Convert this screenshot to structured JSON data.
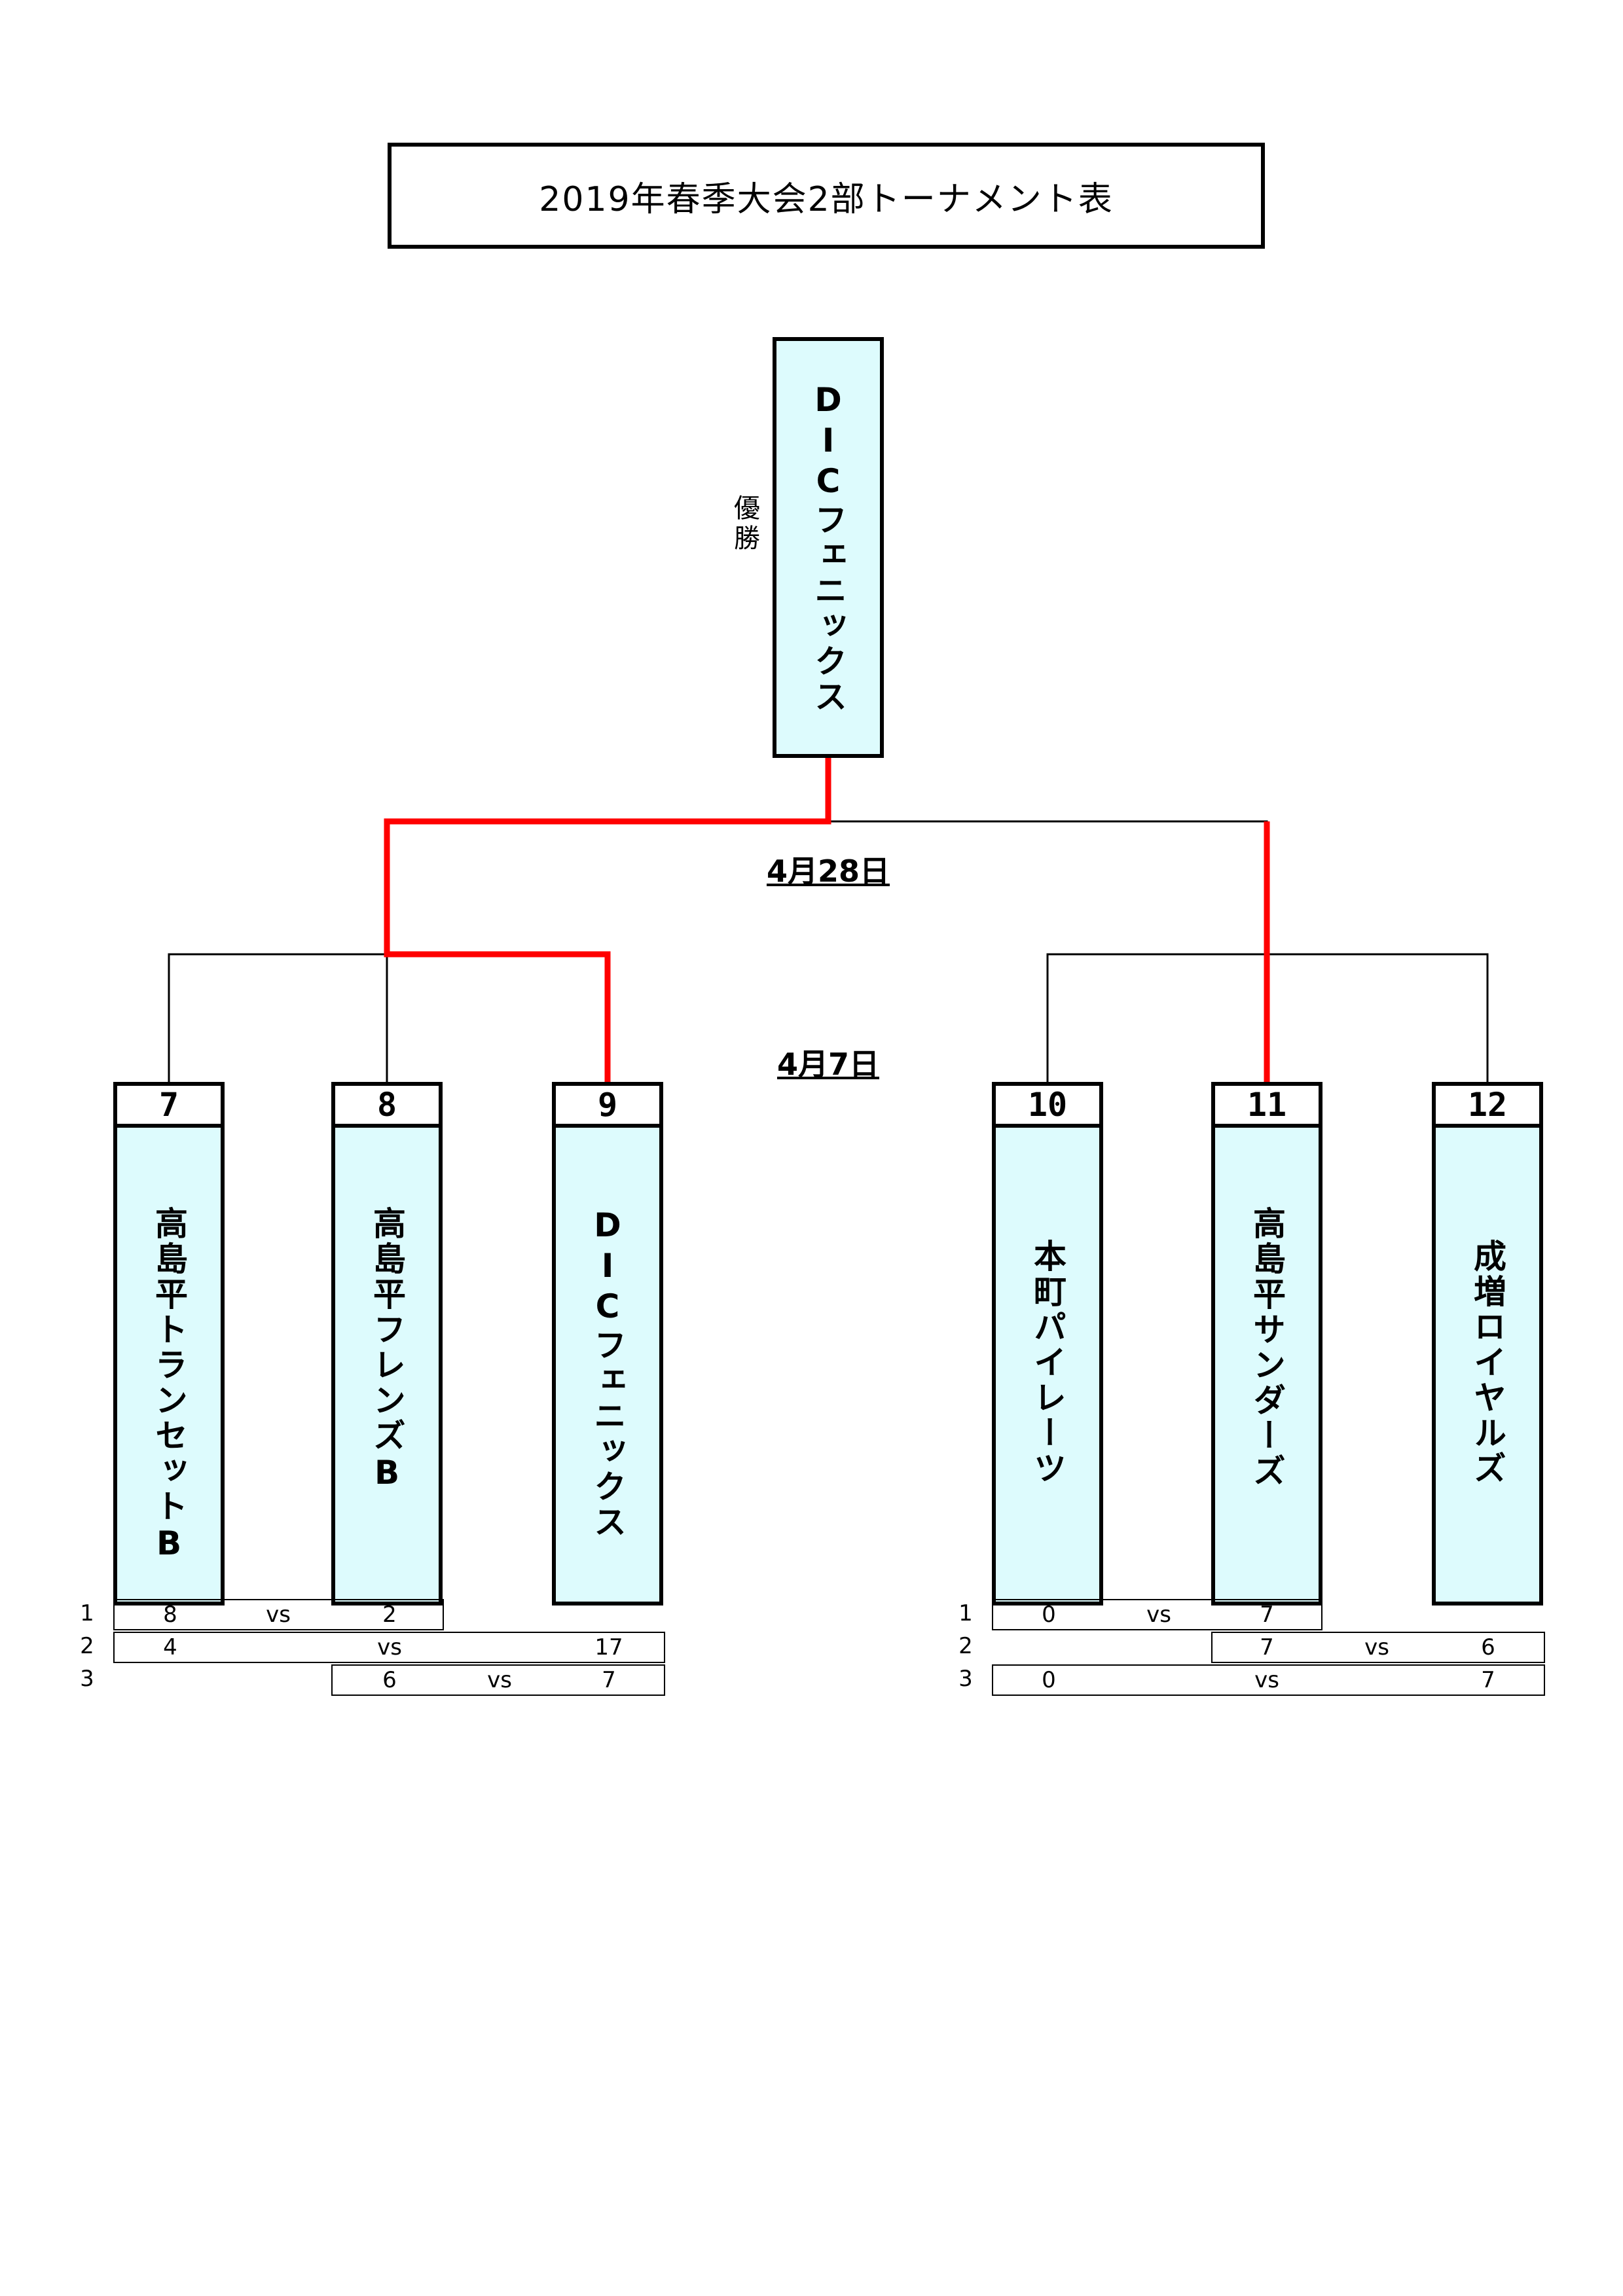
{
  "title": "2019年春季大会2部トーナメント表",
  "champion": {
    "label": "優勝",
    "team": "DICフェニックス"
  },
  "dates": {
    "final": "4月28日",
    "first_round": "4月7日"
  },
  "colors": {
    "team_fill": "#ddfbfd",
    "winner_line": "#ff0000",
    "bracket_line": "#000000"
  },
  "left_block": {
    "teams": [
      {
        "number": "7",
        "name": "高島平トランセットB"
      },
      {
        "number": "8",
        "name": "高島平フレンズB"
      },
      {
        "number": "9",
        "name": "DICフェニックス"
      }
    ],
    "matches": [
      {
        "row": "1",
        "left_score": "8",
        "vs": "vs",
        "right_score": "2"
      },
      {
        "row": "2",
        "left_score": "4",
        "vs": "vs",
        "right_score": "17"
      },
      {
        "row": "3",
        "left_score": "6",
        "vs": "vs",
        "right_score": "7"
      }
    ]
  },
  "right_block": {
    "teams": [
      {
        "number": "10",
        "name": "本町パイレーツ"
      },
      {
        "number": "11",
        "name": "高島平サンダーズ"
      },
      {
        "number": "12",
        "name": "成増ロイヤルズ"
      }
    ],
    "matches": [
      {
        "row": "1",
        "left_score": "0",
        "vs": "vs",
        "right_score": "7"
      },
      {
        "row": "2",
        "left_score": "7",
        "vs": "vs",
        "right_score": "6"
      },
      {
        "row": "3",
        "left_score": "0",
        "vs": "vs",
        "right_score": "7"
      }
    ]
  }
}
